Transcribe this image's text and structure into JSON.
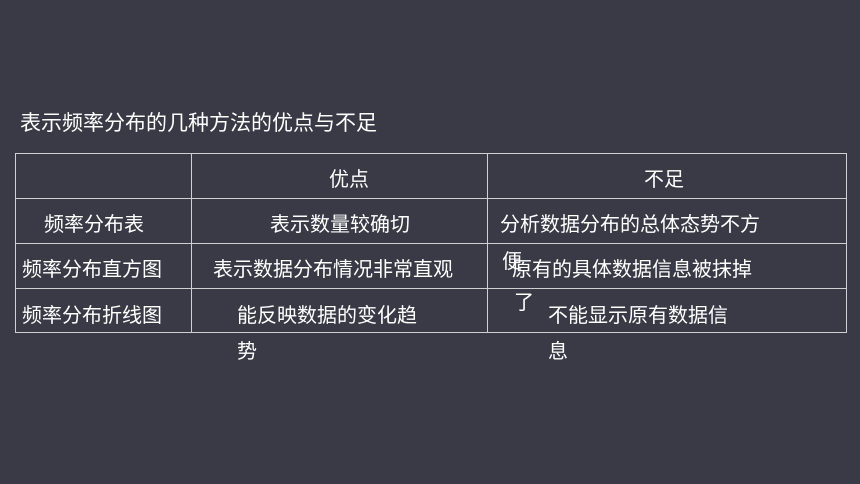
{
  "title": "表示频率分布的几种方法的优点与不足",
  "table": {
    "headers": [
      "",
      "优点",
      "不足"
    ],
    "rows": [
      {
        "method": "频率分布表",
        "advantage": "表示数量较确切",
        "disadvantage": "分析数据分布的总体态势不方便"
      },
      {
        "method": "频率分布直方图",
        "advantage": "表示数据分布情况非常直观",
        "disadvantage": "原有的具体数据信息被抹掉了"
      },
      {
        "method": "频率分布折线图",
        "advantage": "能反映数据的变化趋势",
        "disadvantage": "不能显示原有数据信息"
      }
    ]
  },
  "colors": {
    "background": "#3a3a46",
    "text": "#ffffff",
    "border": "#cfcfd4"
  }
}
